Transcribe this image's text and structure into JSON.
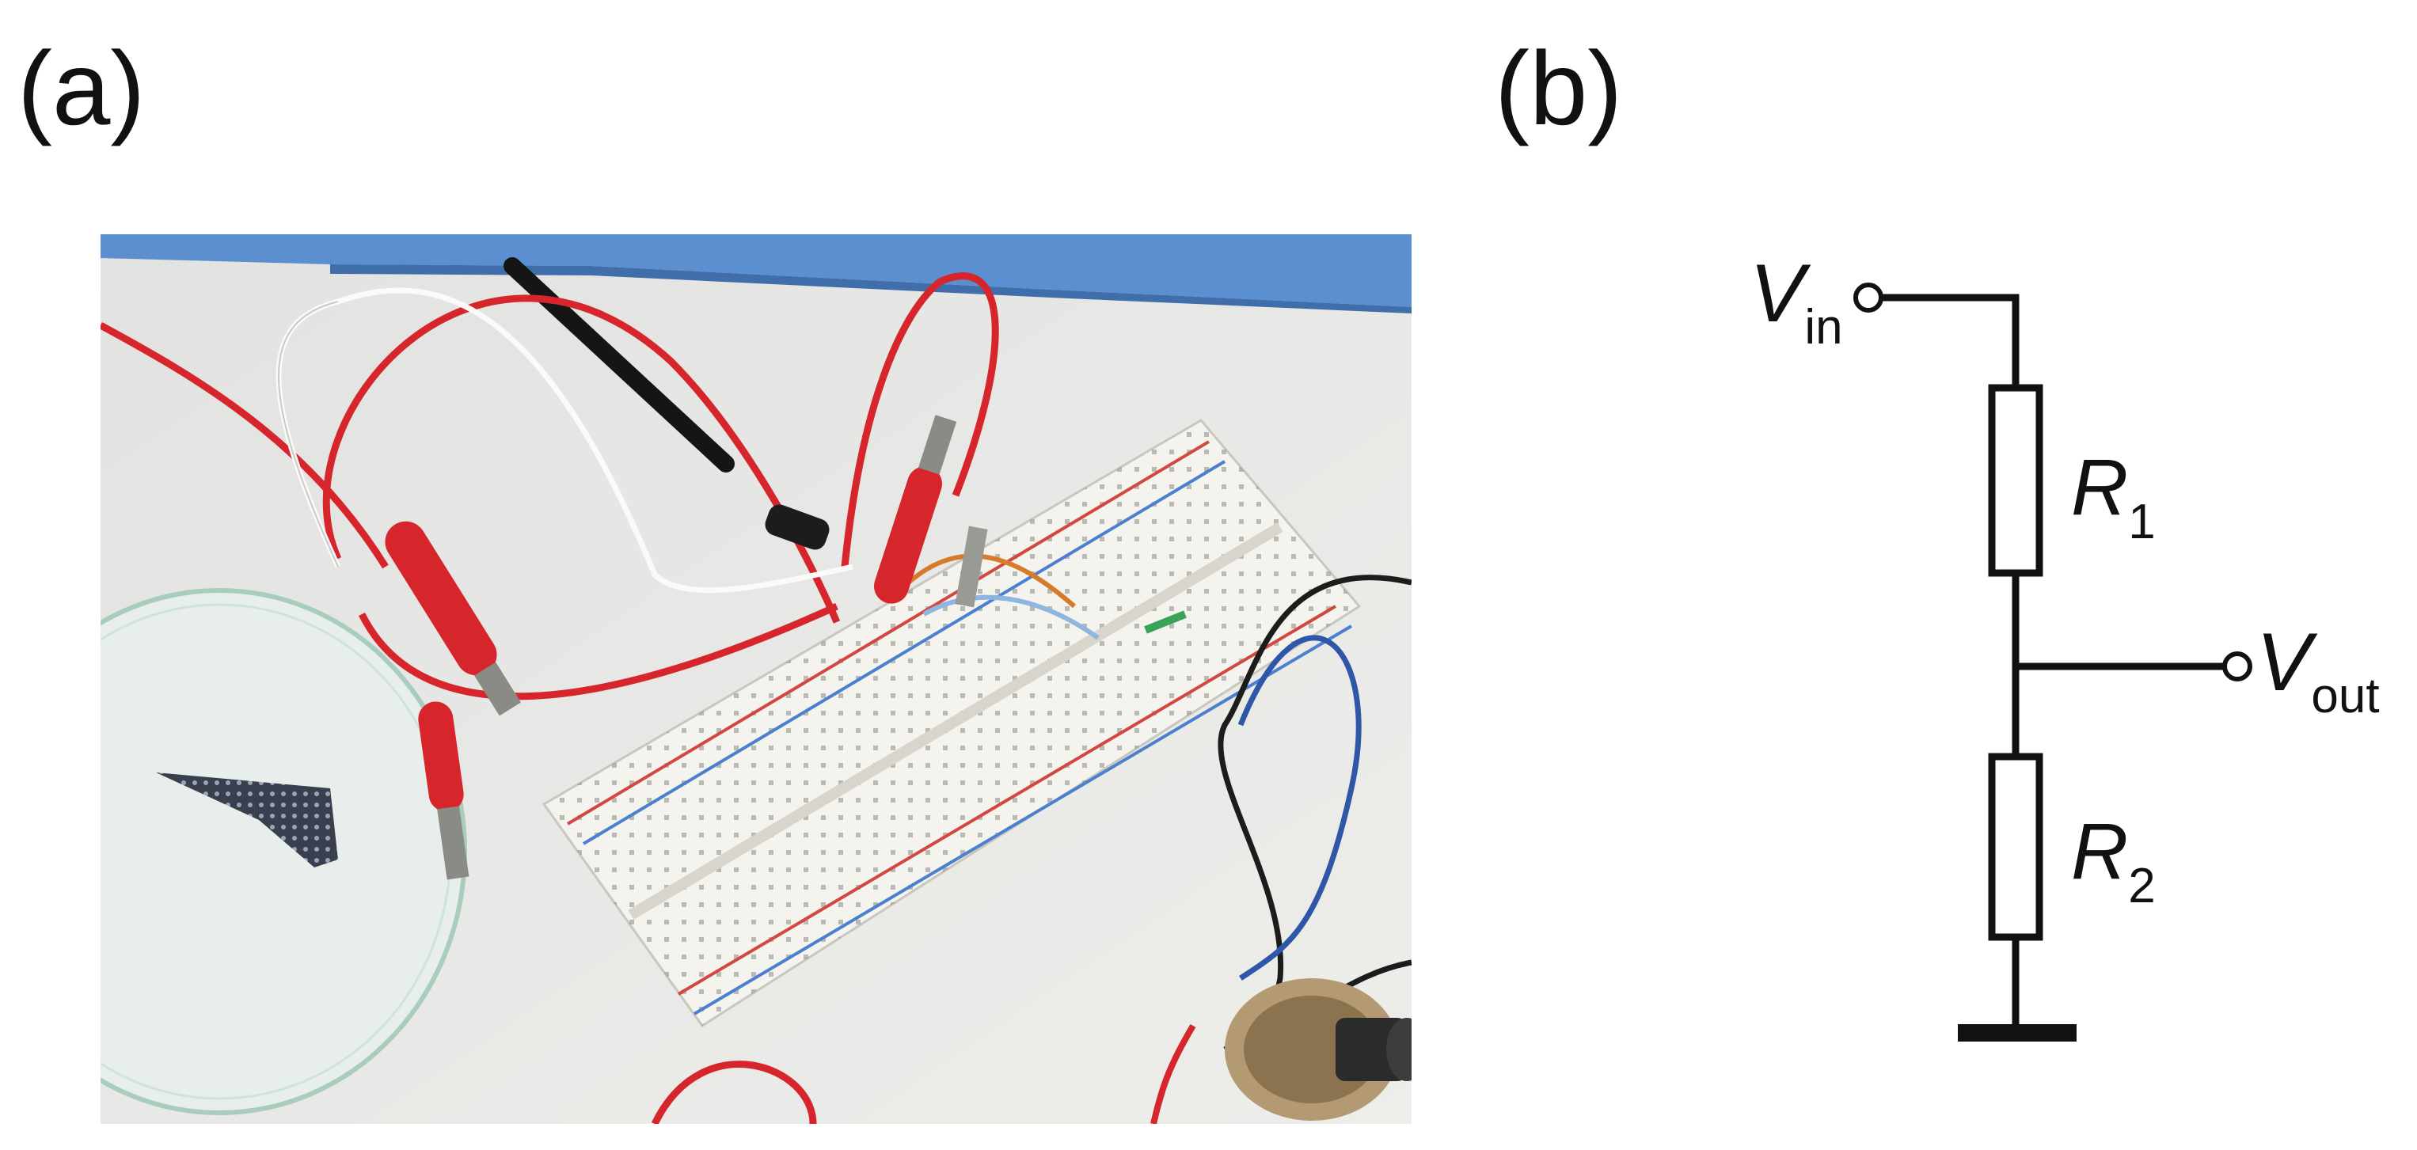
{
  "panels": {
    "a": {
      "label": "(a)"
    },
    "b": {
      "label": "(b)"
    }
  },
  "photo": {
    "subject": "breadboard-setup-photo",
    "colors": {
      "table": "#e9e9e6",
      "breadboard": "#f2f1ec",
      "wire_red": "#d7262b",
      "wire_black": "#1c1c1c",
      "wire_blue": "#2f57a8",
      "rail_red": "#d2473f",
      "rail_blue": "#4b7fcf",
      "dish": "#b9d8cc",
      "tray": "#4f84c9"
    }
  },
  "schematic": {
    "vin": {
      "main": "V",
      "sub": "in"
    },
    "vout": {
      "main": "V",
      "sub": "out"
    },
    "r1": {
      "main": "R",
      "sub": "1"
    },
    "r2": {
      "main": "R",
      "sub": "2"
    },
    "colors": {
      "line": "#111111",
      "terminal_fill": "#ffffff"
    }
  }
}
